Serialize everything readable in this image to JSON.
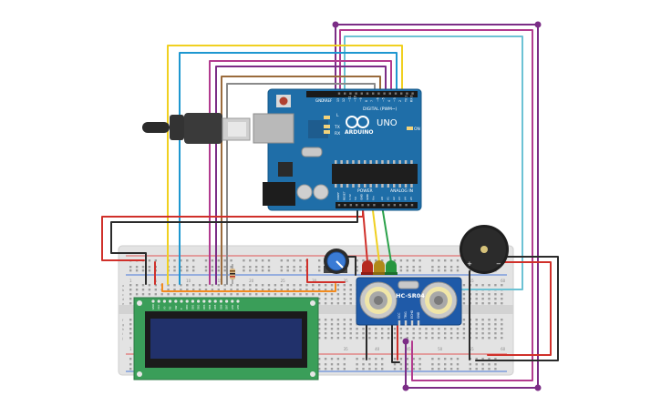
{
  "arduino": {
    "brand": "ARDUINO",
    "model": "UNO",
    "digital_header": "DIGITAL (PWM~)",
    "power_header": "POWER",
    "analog_header": "ANALOG IN",
    "on_label": "ON",
    "tx_label": "TX",
    "rx_label": "RX",
    "l_label": "L",
    "aref_label": "AREF",
    "gnd_label": "GND",
    "top_pin_labels": [
      "13",
      "12",
      "~11",
      "~10",
      "~9",
      "8",
      "7",
      "~6",
      "~5",
      "4",
      "~3",
      "2",
      "TX 1",
      "RX 0"
    ],
    "power_pin_labels": [
      "IOREF",
      "RESET",
      "3.3V",
      "5V",
      "GND",
      "GND",
      "Vin"
    ],
    "analog_pin_labels": [
      "A0",
      "A1",
      "A2",
      "A3",
      "A4",
      "A5"
    ]
  },
  "sensor": {
    "model": "HC-SR04",
    "pin_labels": [
      "VCC",
      "TRIG",
      "ECHO",
      "GND"
    ]
  },
  "lcd": {
    "pin_labels": [
      "GND",
      "VCC",
      "V0",
      "RS",
      "RW",
      "E",
      "DB0",
      "DB1",
      "DB2",
      "DB3",
      "DB4",
      "DB5",
      "DB6",
      "DB7",
      "LED",
      "LED"
    ]
  },
  "breadboard": {
    "column_markers": [
      "1",
      "5",
      "10",
      "15",
      "20",
      "25",
      "30",
      "35",
      "40",
      "45",
      "50",
      "55",
      "60"
    ],
    "row_letters": [
      "a",
      "b",
      "c",
      "d",
      "e",
      "f",
      "g",
      "h",
      "i",
      "j"
    ]
  },
  "buzzer": {
    "plus_label": "+",
    "minus_label": "−"
  },
  "colors": {
    "board_blue": "#1f6ea8",
    "breadboard": "#e1e1e1",
    "lcd_green": "#3a9e59",
    "lcd_screen": "#21316b",
    "wire_purple": "#7b2d86",
    "wire_magenta": "#b23b8f",
    "wire_yellow": "#f0d020",
    "wire_blue": "#1e97d0",
    "wire_cyan": "#6cc2d4",
    "wire_brown": "#9a6b3c",
    "wire_red": "#d0302a",
    "wire_green": "#2aa14a",
    "wire_black": "#2b2b2b",
    "wire_orange": "#f28b1e"
  }
}
